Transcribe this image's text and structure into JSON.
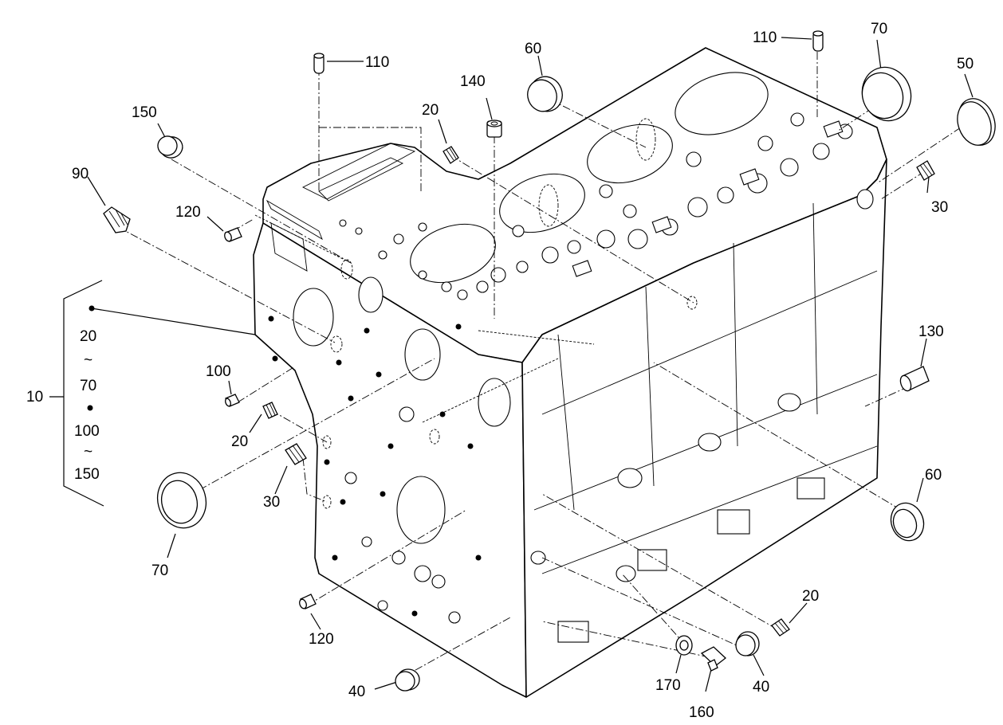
{
  "diagram": {
    "labels": {
      "l10": "10",
      "l20a": "20",
      "l20b": "20",
      "l20c": "20",
      "l30a": "30",
      "l30b": "30",
      "l40a": "40",
      "l40b": "40",
      "l50": "50",
      "l60a": "60",
      "l60b": "60",
      "l70a": "70",
      "l70b": "70",
      "l90": "90",
      "l100": "100",
      "l110a": "110",
      "l110b": "110",
      "l120a": "120",
      "l120b": "120",
      "l130": "130",
      "l140": "140",
      "l150": "150",
      "l160": "160",
      "l170": "170"
    },
    "group_bracket": {
      "line1": "20",
      "tilde1": "~",
      "line2": "70",
      "line3": "100",
      "tilde2": "~",
      "line4": "150"
    }
  }
}
